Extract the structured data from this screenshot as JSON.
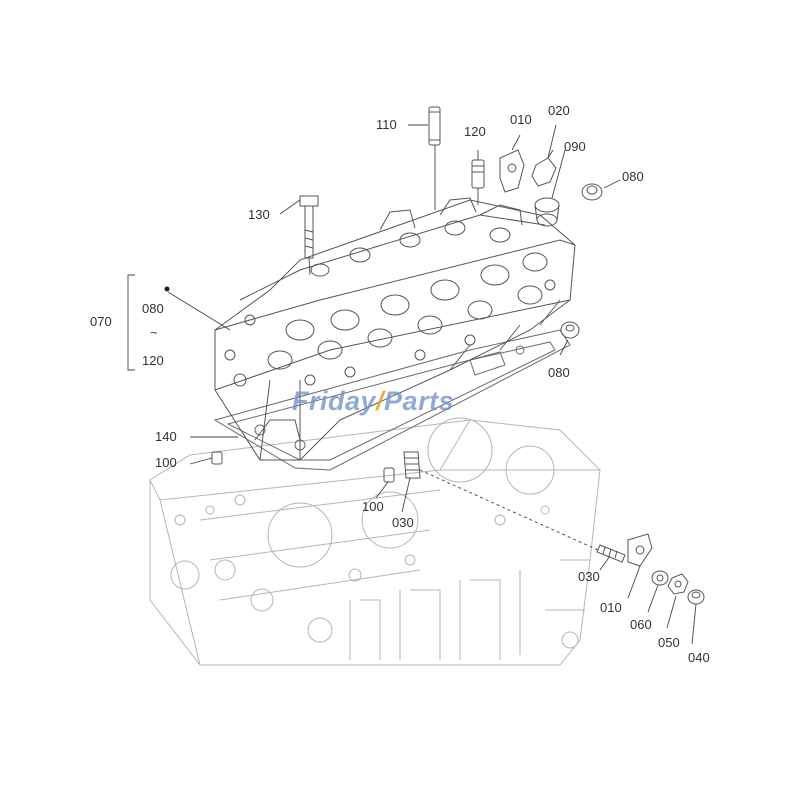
{
  "watermark": {
    "part1": "Friday",
    "part2": "/",
    "part3": "Parts",
    "colors": {
      "blue": "#6a8fc8",
      "orange": "#e8a23a"
    }
  },
  "callouts": {
    "c110": "110",
    "c120_top": "120",
    "c010_top": "010",
    "c020": "020",
    "c090": "090",
    "c080_top": "080",
    "c130": "130",
    "c070": "070",
    "c080_bracket": "080",
    "c_tilde": "~",
    "c120_bracket": "120",
    "c080_right": "080",
    "c140": "140",
    "c100_left": "100",
    "c100_mid": "100",
    "c030_mid": "030",
    "c030_right": "030",
    "c010_bottom": "010",
    "c060": "060",
    "c050": "050",
    "c040": "040"
  },
  "line_color": "#555555"
}
